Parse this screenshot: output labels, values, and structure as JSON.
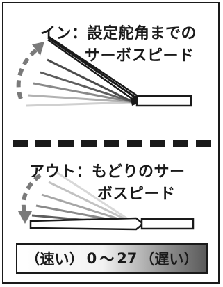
{
  "top": {
    "caption_line1": "イン：設定舵角までの",
    "caption_line2": "サーボスピード"
  },
  "bottom": {
    "caption_line1": "アウト：もどりのサー",
    "caption_line2": "ボスピード"
  },
  "range": {
    "fast_label": "（速い）",
    "min": "0",
    "tilde": "～",
    "max": "27",
    "slow_label": "（遅い）"
  },
  "colors": {
    "ink": "#1a1a1a",
    "arrow": "#7a7a7a",
    "line_shades": [
      "#1a1a1a",
      "#5e5e5e",
      "#8a8a8a",
      "#b2b2b2",
      "#d0d0d0"
    ]
  }
}
